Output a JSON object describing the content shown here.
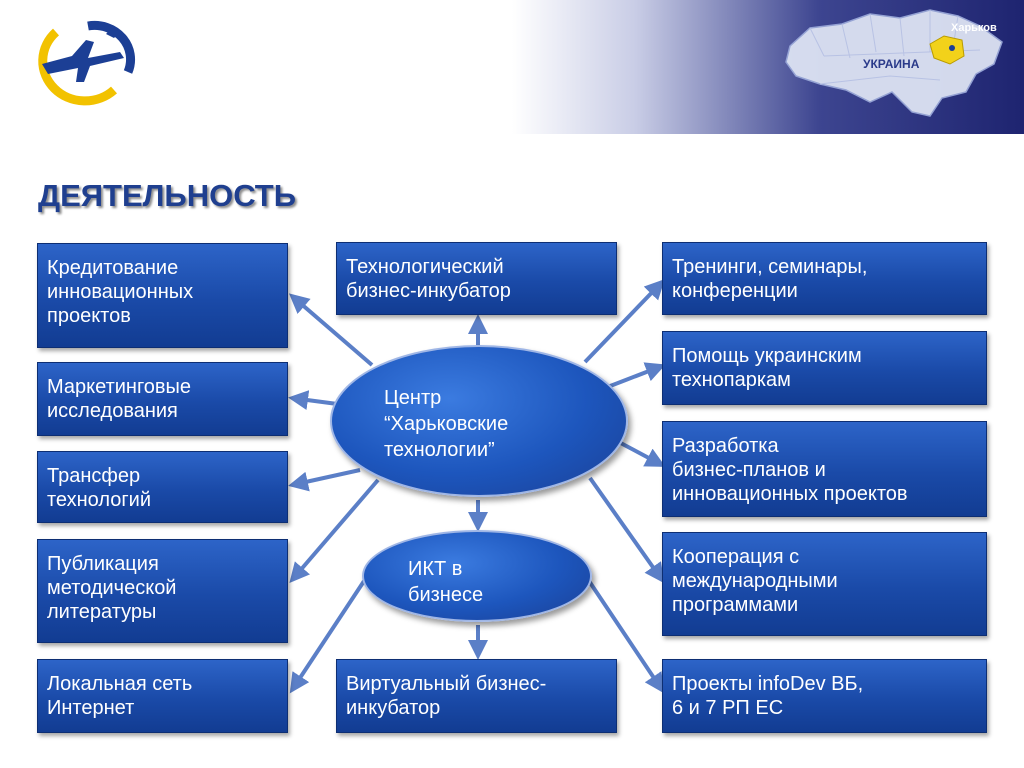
{
  "header": {
    "map": {
      "city": "Харьков",
      "country": "УКРАИНА"
    }
  },
  "title": "ДЕЯТЕЛЬНОСТЬ",
  "hubs": {
    "center": "Центр\n“Харьковские\n технологии”",
    "ict": "ИКТ в\nбизнесе"
  },
  "left": [
    "Кредитование\nинновационных\nпроектов",
    "Маркетинговые\nисследования",
    "Трансфер\nтехнологий",
    "Публикация\nметодической\nлитературы",
    "Локальная сеть\nИнтернет"
  ],
  "middle": {
    "top": "Технологический\nбизнес-инкубатор",
    "bottom": "Виртуальный бизнес-\nинкубатор"
  },
  "right": [
    "Тренинги, семинары,\nконференции",
    "Помощь украинским\nтехнопаркам",
    "Разработка\nбизнес-планов и\nинновационных проектов",
    "Кооперация с\nмеждународными\nпрограммами",
    "Проекты infoDev ВБ,\n6 и 7 РП ЕС"
  ],
  "colors": {
    "box": "#1a4aa8",
    "title": "#1f3f8f",
    "arrow": "#5b7fc7",
    "logo_yellow": "#f2c200",
    "logo_blue": "#1c3f95"
  }
}
